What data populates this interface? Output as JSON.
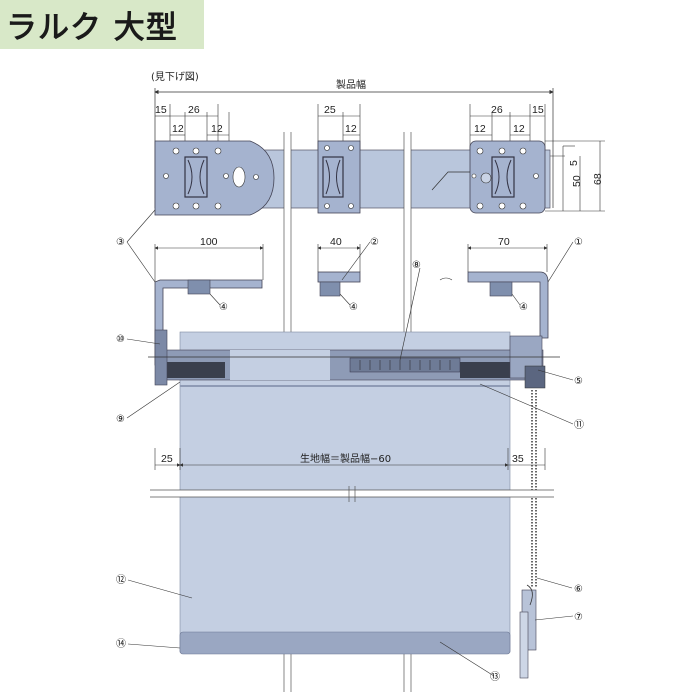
{
  "title": "ラルク 大型",
  "view_label": "(見下げ図)",
  "dimensions": {
    "product_width": "製品幅",
    "top_left_15": "15",
    "top_left_26": "26",
    "top_left_12a": "12",
    "top_left_12b": "12",
    "top_mid_25": "25",
    "top_mid_12": "12",
    "top_right_26": "26",
    "top_right_15": "15",
    "top_right_12a": "12",
    "top_right_12b": "12",
    "height_5": "5",
    "height_50": "50",
    "height_68": "68",
    "bracket_100": "100",
    "bracket_40": "40",
    "bracket_70": "70",
    "left_25": "25",
    "right_35": "35",
    "fabric_width": "生地幅＝製品幅−60"
  },
  "callouts": [
    "①",
    "②",
    "③",
    "④",
    "④",
    "④",
    "⑤",
    "⑥",
    "⑦",
    "⑧",
    "⑨",
    "⑩",
    "⑪",
    "⑫",
    "⑬",
    "⑭"
  ]
}
